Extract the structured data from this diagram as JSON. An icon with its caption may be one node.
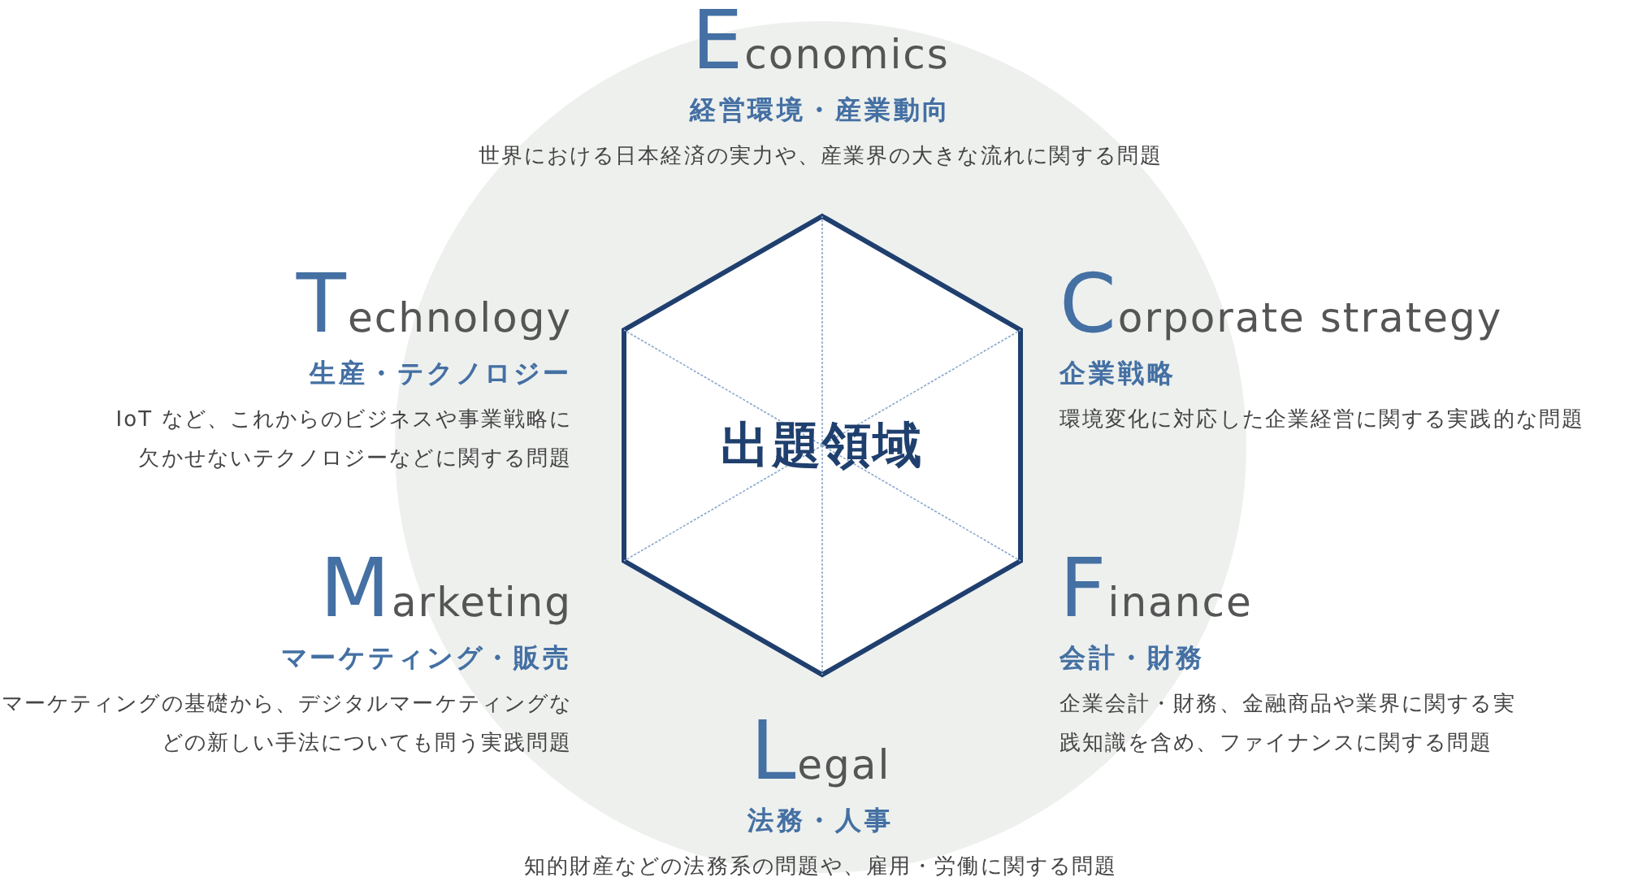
{
  "diagram": {
    "nodes": [
      {
        "text": [
          "出題領域"
        ]
      }
    ],
    "labels": [
      "Economics",
      "経営環境・産業動向",
      "世界における日本経済の実力や、産業界の大きな流れに関する問題",
      "Technology",
      "生産・テクノロジー",
      "IoT など、これからのビジネスや事業戦略に欠かせないテクノロジーなどに関する問題",
      "Corporate strategy",
      "企業戦略",
      "環境変化に対応した企業経営に関する実践的な問題",
      "Marketing",
      "マーケティング・販売",
      "マーケティングの基礎から、デジタルマーケティングなどの新しい手法についても問う実践問題",
      "Finance",
      "会計・財務",
      "企業会計・財務、金融商品や業界に関する実践知識を含め、ファイナンスに関する問題",
      "Legal",
      "法務・人事",
      "知的財産などの法務系の問題や、雇用・労働に関する問題"
    ]
  }
}
